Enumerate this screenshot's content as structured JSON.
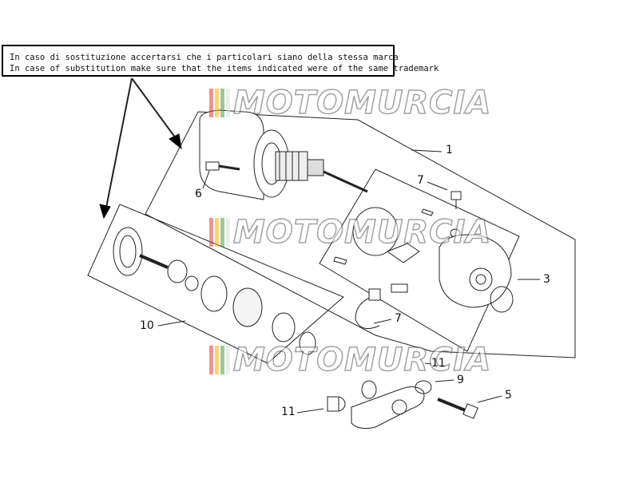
{
  "note": {
    "line_it": "In caso di sostituzione accertarsi che i particolari siano della stessa marca",
    "line_en": "In case of substitution make sure that the items indicated were of the same trademark"
  },
  "watermark": {
    "text": "MOTOMURCIA",
    "bar_colors": [
      "#e53935",
      "#f4b400",
      "#43a047",
      "#e0e0e0"
    ]
  },
  "callouts": [
    "1",
    "7",
    "6",
    "3",
    "7",
    "10",
    "11",
    "9",
    "5",
    "11"
  ],
  "colors": {
    "line": "#222222",
    "background": "#ffffff"
  }
}
